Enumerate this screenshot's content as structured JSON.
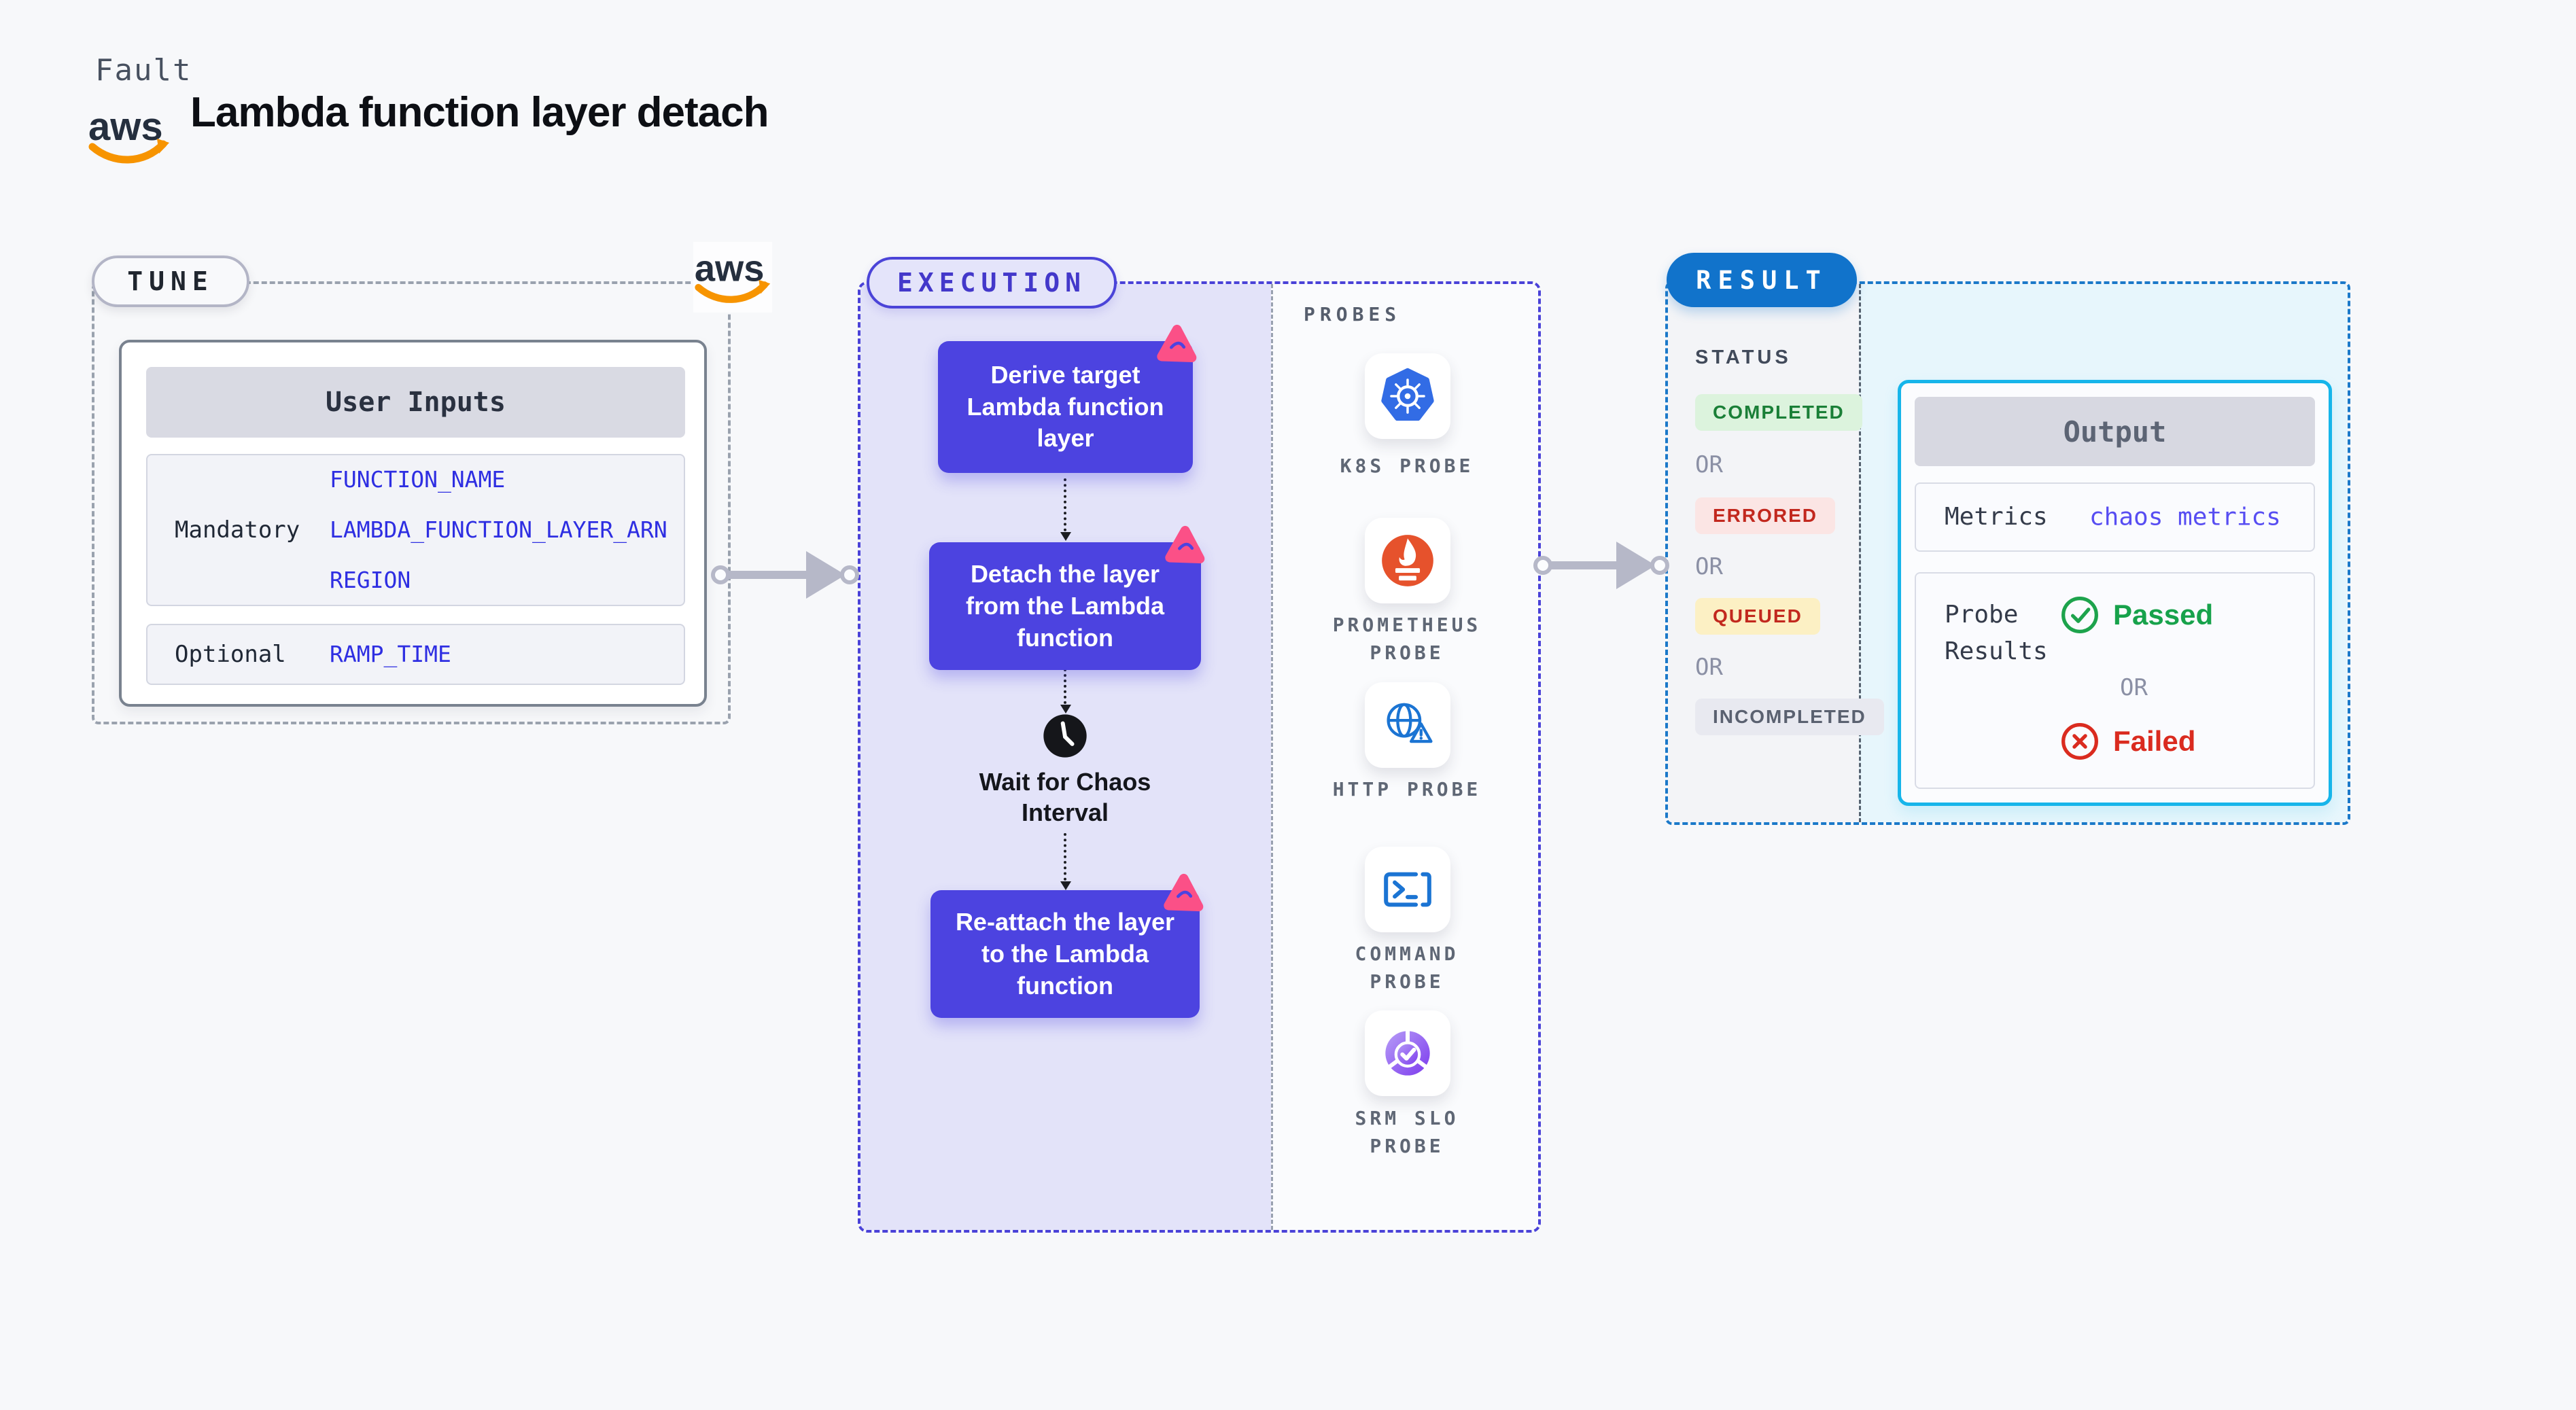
{
  "page": {
    "fault_label": "Fault",
    "aws_label": "aws",
    "title": "Lambda function layer detach"
  },
  "tune": {
    "pill_label": "TUNE",
    "user_inputs": {
      "header": "User Inputs",
      "mandatory_label": "Mandatory",
      "mandatory_values": [
        "FUNCTION_NAME",
        "LAMBDA_FUNCTION_LAYER_ARN",
        "REGION"
      ],
      "optional_label": "Optional",
      "optional_values": [
        "RAMP_TIME"
      ]
    }
  },
  "execution": {
    "pill_label": "EXECUTION",
    "steps": [
      "Derive target Lambda function layer",
      "Detach the layer from the Lambda function",
      "Re-attach the layer to the Lambda function"
    ],
    "wait_label": "Wait for Chaos Interval"
  },
  "probes": {
    "title": "PROBES",
    "items": [
      {
        "label": "K8S PROBE",
        "icon": "kubernetes-icon"
      },
      {
        "label": "PROMETHEUS PROBE",
        "icon": "prometheus-icon"
      },
      {
        "label": "HTTP PROBE",
        "icon": "http-globe-icon"
      },
      {
        "label": "COMMAND PROBE",
        "icon": "terminal-icon"
      },
      {
        "label": "SRM SLO PROBE",
        "icon": "slo-pie-icon"
      }
    ]
  },
  "result": {
    "pill_label": "RESULT",
    "status_title": "STATUS",
    "or_label": "OR",
    "statuses": [
      {
        "label": "COMPLETED",
        "fg": "#1a7f37",
        "bg": "#dcf3dd"
      },
      {
        "label": "ERRORED",
        "fg": "#c2281e",
        "bg": "#fbe5e4"
      },
      {
        "label": "QUEUED",
        "fg": "#c2281e",
        "bg": "#fcf0c4"
      },
      {
        "label": "INCOMPLETED",
        "fg": "#5a6170",
        "bg": "#e8e9f0"
      }
    ],
    "output": {
      "header": "Output",
      "metrics_label": "Metrics",
      "metrics_value": "chaos metrics",
      "probe_results_label": "Probe Results",
      "passed_label": "Passed",
      "or_label": "OR",
      "failed_label": "Failed"
    }
  },
  "colors": {
    "accent_indigo": "#4c43e0",
    "lavender_bg": "#e3e3f9",
    "pink_chaos": "#fb5087",
    "aws_orange": "#f79400",
    "result_blue": "#1173cb",
    "output_cyan_border": "#16b5ea",
    "kubernetes_blue": "#326ce5",
    "prometheus_orange": "#e6522c",
    "srm_violet": "#7c3aed",
    "passed_green": "#17a24b",
    "failed_red": "#da2b1f",
    "input_value_blue": "#2e2ee2",
    "metrics_violet": "#574df2"
  }
}
